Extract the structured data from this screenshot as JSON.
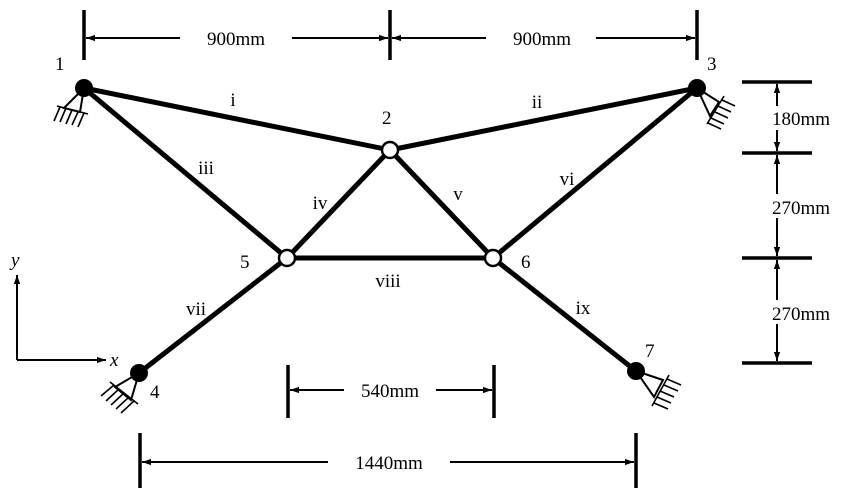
{
  "dimensions": {
    "top_left": "900mm",
    "top_right": "900mm",
    "right_upper": "180mm",
    "right_middle": "270mm",
    "right_lower": "270mm",
    "bottom_inner": "540mm",
    "bottom_outer": "1440mm"
  },
  "node_labels": {
    "n1": "1",
    "n2": "2",
    "n3": "3",
    "n4": "4",
    "n5": "5",
    "n6": "6",
    "n7": "7"
  },
  "member_labels": {
    "m1": "i",
    "m2": "ii",
    "m3": "iii",
    "m4": "iv",
    "m5": "v",
    "m6": "vi",
    "m7": "vii",
    "m8": "viii",
    "m9": "ix"
  },
  "axes": {
    "x": "x",
    "y": "y"
  }
}
